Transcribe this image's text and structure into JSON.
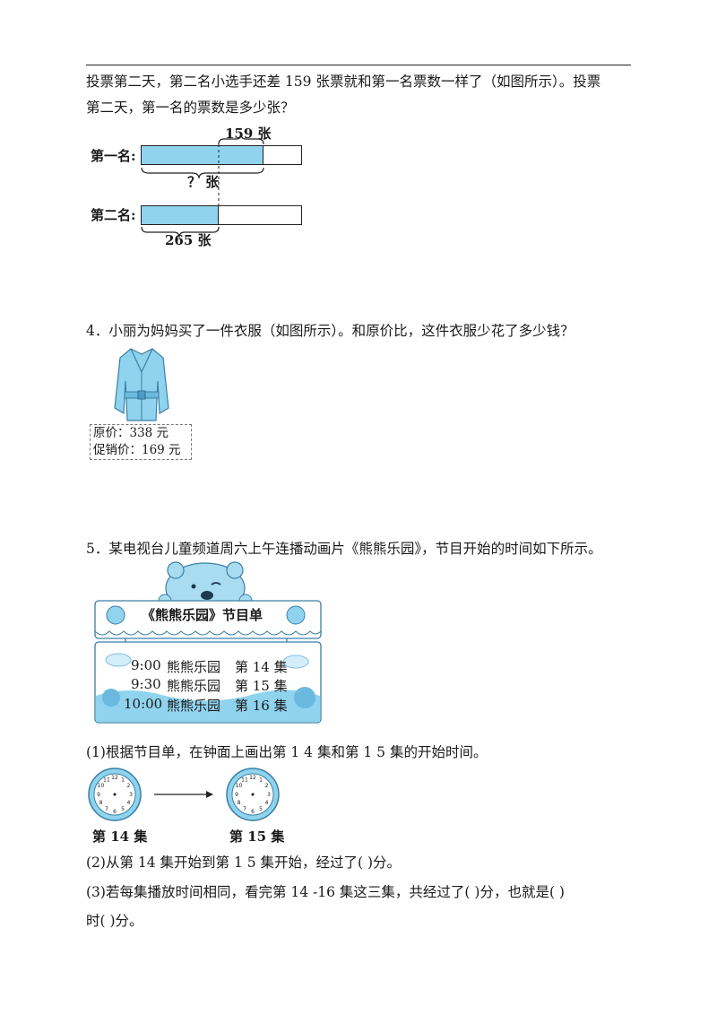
{
  "q3": {
    "line1": "投票第二天，第二名小选手还差 159 张票就和第一名票数一样了（如图所示）。投票",
    "line2": "第二天，第一名的票数是多少张？",
    "diagram": {
      "label_first": "第一名:",
      "label_second": "第二名:",
      "diff_label": "159 张",
      "unknown_label": "？ 张",
      "second_value_label": "265 张"
    }
  },
  "q4": {
    "text": "4．小丽为妈妈买了一件衣服（如图所示）。和原价比，这件衣服少花了多少钱？",
    "original_price": "原价：338 元",
    "sale_price": "促销价：169 元"
  },
  "q5": {
    "text": "5．某电视台儿童频道周六上午连播动画片《熊熊乐园》，节目开始的时间如下所示。",
    "schedule": {
      "title": "《熊熊乐园》节目单",
      "rows": [
        {
          "time": "9:00",
          "show": "熊熊乐园",
          "episode": "第 14 集"
        },
        {
          "time": "9:30",
          "show": "熊熊乐园",
          "episode": "第 15 集"
        },
        {
          "time": "10:00",
          "show": "熊熊乐园",
          "episode": "第 16 集"
        }
      ]
    },
    "sub1": "(1)根据节目单，在钟面上画出第 1  4 集和第 1  5 集的开始时间。",
    "clock1_caption": "第 14 集",
    "clock2_caption": "第 15 集",
    "sub2": "(2)从第 14 集开始到第 1  5 集开始，经过了(      )分。",
    "sub3_line1": "(3)若每集播放时间相同，看完第 14  -16 集这三集，共经过了(      )分，也就是(      )",
    "sub3_line2": "时(      )分。"
  }
}
